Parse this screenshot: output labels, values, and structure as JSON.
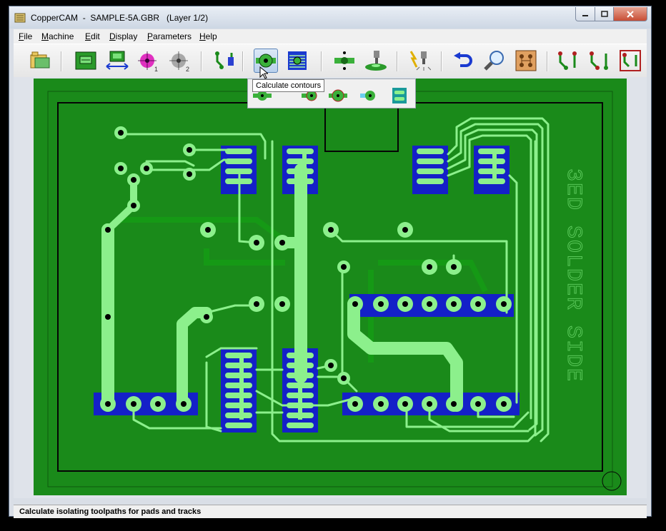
{
  "window": {
    "title": "CopperCAM  -  SAMPLE-5A.GBR   (Layer 1/2)"
  },
  "menu": {
    "file": {
      "key": "F",
      "rest": "ile"
    },
    "machine": {
      "key": "M",
      "rest": "achine"
    },
    "edit": {
      "key": "E",
      "rest": "dit"
    },
    "display": {
      "key": "D",
      "rest": "isplay"
    },
    "parameters": {
      "key": "P",
      "rest": "arameters"
    },
    "help": {
      "key": "H",
      "rest": "elp"
    }
  },
  "toolbar": {
    "drill1_sub": "1",
    "drill2_sub": "2",
    "icons": [
      "open-icon",
      "board-icon",
      "board-dimensions-icon",
      "drill-1-icon",
      "drill-2-icon",
      "tracks-icon",
      "calculate-contours-icon",
      "hatching-icon",
      "centering-icon",
      "mill-icon",
      "machining-icon",
      "undo-icon",
      "zoom-icon",
      "board-view-icon",
      "track-edit-1-icon",
      "track-edit-2-icon",
      "track-edit-3-icon"
    ]
  },
  "tooltip": "Calculate contours",
  "silkscreen_text": "3ED SOLDER SIDE",
  "status": "Calculate isolating toolpaths for pads and tracks",
  "colors": {
    "board": "#1a8a1a",
    "track": "#8cf08c",
    "pad": "#1420c8",
    "outline": "#0a0a0a"
  }
}
